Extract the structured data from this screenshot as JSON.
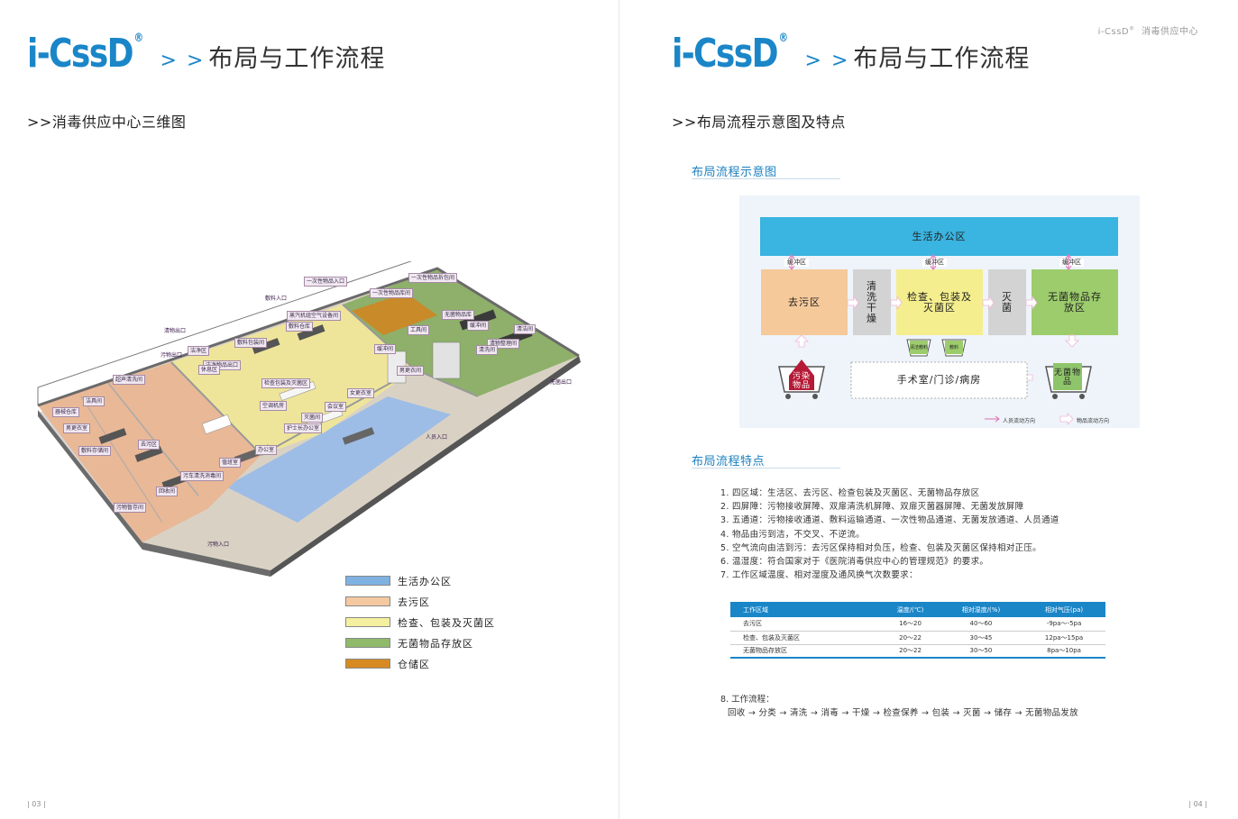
{
  "brand": {
    "logo": "i-CssD",
    "reg": "®",
    "arrows": "> >",
    "title": "布局与工作流程"
  },
  "header_right": {
    "logo": "i-CssD",
    "reg": "®",
    "text": "消毒供应中心"
  },
  "left": {
    "section": ">>消毒供应中心三维图",
    "page_number": "03",
    "map_labels": [
      "一次性物品入口",
      "一次性物品拆包间",
      "敷料入口",
      "一次性物品库间",
      "蒸汽机组空气设备间",
      "敷料仓库",
      "清物出口",
      "敷料包装间",
      "无菌物品库",
      "清洁间",
      "洁净区",
      "工具间",
      "洁净物品出口",
      "污物出口",
      "超声清洗间",
      "清物整理间",
      "检查包装及灭菌区",
      "女更衣室",
      "洁具间",
      "缓冲间",
      "会议室",
      "男更衣间",
      "清洗间",
      "器械仓库",
      "灭菌间",
      "男更衣室",
      "空调机房",
      "护士长办公室",
      "休息区",
      "敷料存储间",
      "去污区",
      "人员入口",
      "办公室",
      "值班室",
      "污车清洗消毒间",
      "回收间",
      "污物暂存间",
      "污物入口",
      "无菌出口",
      "缓冲间"
    ],
    "legend": [
      {
        "label": "生活办公区",
        "color": "#7fb2e0"
      },
      {
        "label": "去污区",
        "color": "#f4c9a0"
      },
      {
        "label": "检查、包装及灭菌区",
        "color": "#f5efa0"
      },
      {
        "label": "无菌物品存放区",
        "color": "#8fba6a"
      },
      {
        "label": "仓储区",
        "color": "#d88a22"
      }
    ]
  },
  "right": {
    "section": ">>布局流程示意图及特点",
    "page_number": "04",
    "diagram_title": "布局流程示意图",
    "diagram": {
      "office": "生活办公区",
      "buffers": [
        "缓冲区",
        "缓冲区",
        "缓冲区"
      ],
      "dirty": "去污区",
      "wash": "清洗干燥",
      "pack": "检查、包装及灭菌区",
      "sterilize": "灭菌",
      "sterile_store": "无菌物品存放区",
      "dressing_clean": "清洁敷料",
      "dressing": "敷料",
      "contaminated": "污染物品",
      "sterile_goods": "无菌物品",
      "ward": "手术室/门诊/病房",
      "legend_people": "人员流动方向",
      "legend_goods": "物品流动方向"
    },
    "features_title": "布局流程特点",
    "features": [
      "1. 四区域：生活区、去污区、检查包装及灭菌区、无菌物品存放区",
      "2. 四屏障：污物接收屏障、双扉清洗机屏障、双扉灭菌器屏障、无菌发放屏障",
      "3. 五通道：污物接收通道、敷料运输通道、一次性物品通道、无菌发放通道、人员通道",
      "4. 物品由污到洁，不交叉、不逆流。",
      "5. 空气流向由洁到污：去污区保持相对负压，检查、包装及灭菌区保持相对正压。",
      "6. 温湿度：符合国家对于《医院消毒供应中心的管理规范》的要求。",
      "7. 工作区域温度、相对湿度及通风换气次数要求："
    ],
    "table": {
      "headers": [
        "工作区域",
        "温度/(℃)",
        "相对湿度/(%)",
        "相对气压(pa)"
      ],
      "rows": [
        [
          "去污区",
          "16～20",
          "40～60",
          "-9pa～-5pa"
        ],
        [
          "检查、包装及灭菌区",
          "20～22",
          "30～45",
          "12pa～15pa"
        ],
        [
          "无菌物品存放区",
          "20～22",
          "30～50",
          "8pa～10pa"
        ]
      ]
    },
    "workflow_title": "8. 工作流程：",
    "workflow": "回收 → 分类 → 清洗 → 消毒 → 干燥 → 检查保养 → 包装 → 灭菌 → 储存 → 无菌物品发放"
  }
}
